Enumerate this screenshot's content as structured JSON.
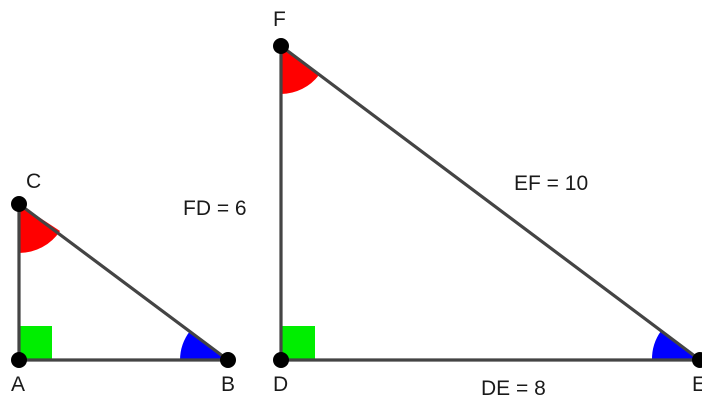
{
  "colors": {
    "angle_red": "#ff0000",
    "angle_blue": "#0000ff",
    "right_angle_green": "#00ee00",
    "side": "#444444",
    "vertex": "#000000"
  },
  "triangles": {
    "small": {
      "vertices": {
        "a": "A",
        "b": "B",
        "c": "C"
      }
    },
    "large": {
      "vertices": {
        "d": "D",
        "e": "E",
        "f": "F"
      },
      "side_labels": {
        "fd": "FD = 6",
        "ef": "EF = 10",
        "de": "DE = 8"
      }
    }
  }
}
